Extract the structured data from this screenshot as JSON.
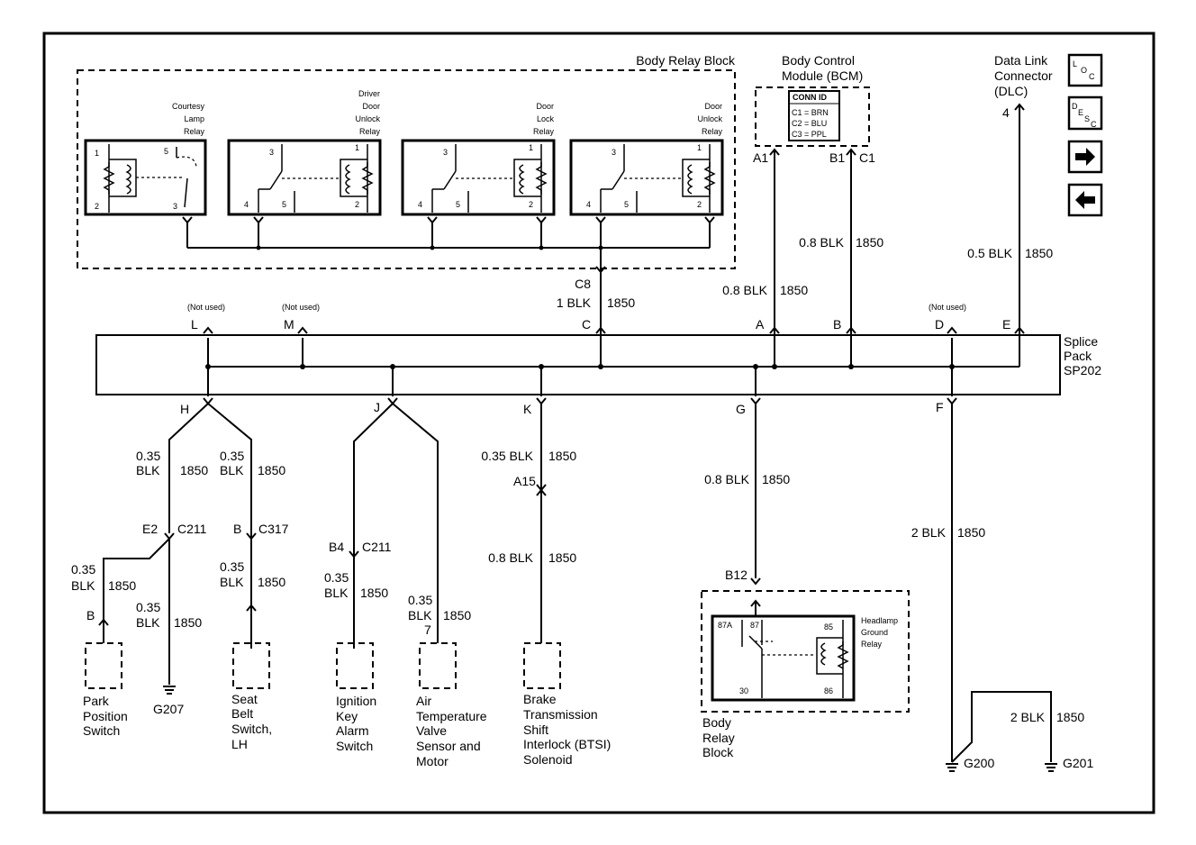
{
  "body_relay_block": {
    "title": "Body Relay Block",
    "relays": [
      {
        "name_lines": [
          "Courtesy",
          "Lamp",
          "Relay"
        ],
        "pins": [
          "1",
          "5",
          "2",
          "3"
        ]
      },
      {
        "name_lines": [
          "Driver",
          "Door",
          "Unlock",
          "Relay"
        ],
        "pins": [
          "3",
          "1",
          "4",
          "5",
          "2"
        ]
      },
      {
        "name_lines": [
          "Door",
          "Lock",
          "Relay"
        ],
        "pins": [
          "3",
          "1",
          "4",
          "5",
          "2"
        ]
      },
      {
        "name_lines": [
          "Door",
          "Unlock",
          "Relay"
        ],
        "pins": [
          "3",
          "1",
          "4",
          "5",
          "2"
        ]
      }
    ],
    "connector": "C8",
    "wire_gauge_color": "1 BLK",
    "wire_circuit": "1850"
  },
  "bcm": {
    "title_line1": "Body Control",
    "title_line2": "Module (BCM)",
    "conn_id_title": "CONN ID",
    "conn_rows": [
      "C1 = BRN",
      "C2 = BLU",
      "C3 = PPL"
    ],
    "pin_a1": "A1",
    "pin_b1": "B1",
    "pin_c1": "C1",
    "wire_a1": {
      "gauge": "0.8 BLK",
      "circuit": "1850"
    },
    "wire_b1": {
      "gauge": "0.8 BLK",
      "circuit": "1850"
    }
  },
  "dlc": {
    "title_line1": "Data Link",
    "title_line2": "Connector",
    "title_line3": "(DLC)",
    "pin": "4",
    "wire": {
      "gauge": "0.5 BLK",
      "circuit": "1850"
    }
  },
  "nav_buttons": {
    "loc": {
      "l": "L",
      "o": "O",
      "c": "C"
    },
    "desc": {
      "d": "D",
      "e": "E",
      "s": "S",
      "c": "C"
    }
  },
  "splice_pack": {
    "name_line1": "Splice",
    "name_line2": "Pack",
    "name_line3": "SP202",
    "not_used": "(Not used)",
    "top_pins": [
      "L",
      "M",
      "C",
      "A",
      "B",
      "D",
      "E"
    ],
    "bottom_pins": [
      "H",
      "J",
      "K",
      "G",
      "F"
    ]
  },
  "branches": {
    "h_left": {
      "gauge_line1": "0.35",
      "gauge_line2": "BLK",
      "circuit": "1850",
      "conn_pin": "E2",
      "conn": "C211"
    },
    "h_left_lower": {
      "gauge_line1": "0.35",
      "gauge_line2": "BLK",
      "circuit": "1850",
      "pin": "B"
    },
    "h_ground": {
      "gauge_line1": "0.35",
      "gauge_line2": "BLK",
      "circuit": "1850",
      "ground": "G207"
    },
    "h_right": {
      "gauge_line1": "0.35",
      "gauge_line2": "BLK",
      "circuit": "1850",
      "conn_pin": "B",
      "conn": "C317"
    },
    "h_right_lower": {
      "gauge_line1": "0.35",
      "gauge_line2": "BLK",
      "circuit": "1850"
    },
    "j_left": {
      "conn_pin": "B4",
      "conn": "C211",
      "gauge_line1": "0.35",
      "gauge_line2": "BLK",
      "circuit": "1850"
    },
    "j_right": {
      "gauge_line1": "0.35",
      "gauge_line2": "BLK",
      "circuit": "1850",
      "pin": "7"
    },
    "k": {
      "gauge": "0.35 BLK",
      "circuit": "1850",
      "conn": "A15",
      "gauge2": "0.8 BLK",
      "circuit2": "1850"
    },
    "g": {
      "gauge": "0.8 BLK",
      "circuit": "1850",
      "conn": "B12"
    },
    "f": {
      "gauge": "2 BLK",
      "circuit": "1850"
    },
    "f_ground": {
      "gauge": "2 BLK",
      "circuit": "1850",
      "ground1": "G200",
      "ground2": "G201"
    }
  },
  "components": {
    "park": [
      "Park",
      "Position",
      "Switch"
    ],
    "seat": [
      "Seat",
      "Belt",
      "Switch,",
      "LH"
    ],
    "ignition": [
      "Ignition",
      "Key",
      "Alarm",
      "Switch"
    ],
    "air": [
      "Air",
      "Temperature",
      "Valve",
      "Sensor and",
      "Motor"
    ],
    "brake": [
      "Brake",
      "Transmission",
      "Shift",
      "Interlock (BTSI)",
      "Solenoid"
    ],
    "relay_block": [
      "Body",
      "Relay",
      "Block"
    ]
  },
  "headlamp_relay": {
    "name_lines": [
      "Headlamp",
      "Ground",
      "Relay"
    ],
    "pins": [
      "87A",
      "87",
      "85",
      "30",
      "86"
    ]
  }
}
